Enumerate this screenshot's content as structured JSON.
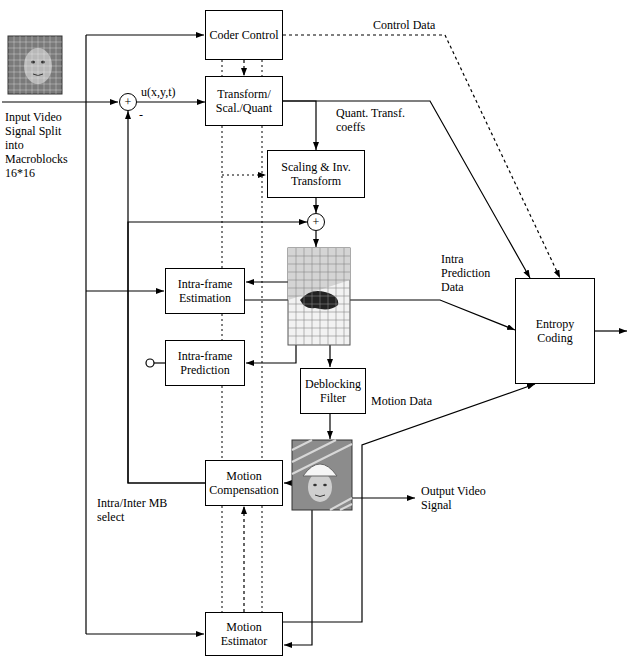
{
  "diagram": {
    "nodes": [
      {
        "text": [
          "Coder Control"
        ]
      },
      {
        "text": [
          "+"
        ]
      },
      {
        "text": [
          "Transform/ Scal./Quant"
        ]
      },
      {
        "text": [
          "Scaling & Inv. Transform"
        ]
      },
      {
        "text": [
          "+"
        ]
      },
      {
        "text": [
          "Intra-frame Estimation"
        ]
      },
      {
        "text": [
          "Entropy Coding"
        ]
      },
      {
        "text": [
          "Intra-frame Prediction"
        ]
      },
      {
        "text": [
          "Deblocking Filter"
        ]
      },
      {
        "text": [
          "Motion Compensation"
        ]
      },
      {
        "text": [
          "Motion Estimator"
        ]
      }
    ],
    "edges": [
      {
        "from": 0,
        "to": 2,
        "arrow": "to"
      },
      {
        "from": 1,
        "to": 2,
        "arrow": "to",
        "label": "u(x,y,t)"
      },
      {
        "from": 0,
        "to": 6,
        "arrow": "to",
        "label": "Control Data"
      },
      {
        "from": 2,
        "to": 6,
        "arrow": "to",
        "label": "Quant. Transf. coeffs"
      },
      {
        "from": 2,
        "to": 3,
        "arrow": "to"
      },
      {
        "from": 3,
        "to": 4,
        "arrow": "to"
      },
      {
        "from": 9,
        "to": 1,
        "arrow": "to"
      },
      {
        "from": 9,
        "to": 4,
        "arrow": "to"
      },
      {
        "from": 5,
        "to": 6,
        "arrow": "to",
        "label": "Intra Prediction Data"
      },
      {
        "from": 10,
        "to": 9,
        "arrow": "to"
      },
      {
        "from": 10,
        "to": 6,
        "arrow": "to",
        "label": "Motion Data"
      }
    ],
    "labels": [
      "Input Video Signal Split into Macroblocks 16*16",
      "-",
      "Intra/Inter MB select",
      "Output Video Signal"
    ]
  }
}
